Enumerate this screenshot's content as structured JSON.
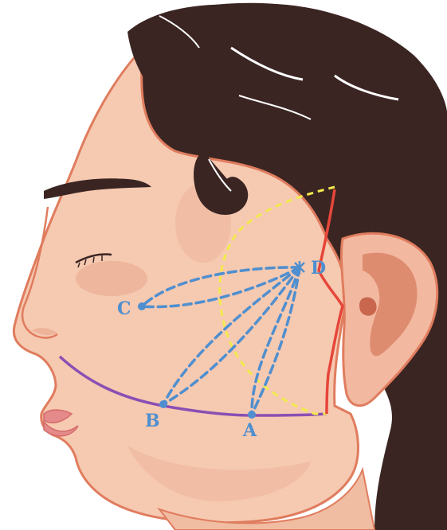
{
  "labels": {
    "a": "A",
    "b": "B",
    "c": "C",
    "d": "D"
  },
  "colors": {
    "skin": "#f6c9b1",
    "skin_shadow": "#e8a68b",
    "skin_outline": "#e07c5e",
    "hair": "#3a2522",
    "hair_highlight": "#ffffff",
    "ear": "#f2b8a0",
    "ear_inner": "#de8c70",
    "blue_lines": "#4f8fcf",
    "yellow_line": "#f2ea4c",
    "purple_line": "#8a4fb3",
    "red_line": "#e6463a",
    "lips": "#e58a8a"
  }
}
